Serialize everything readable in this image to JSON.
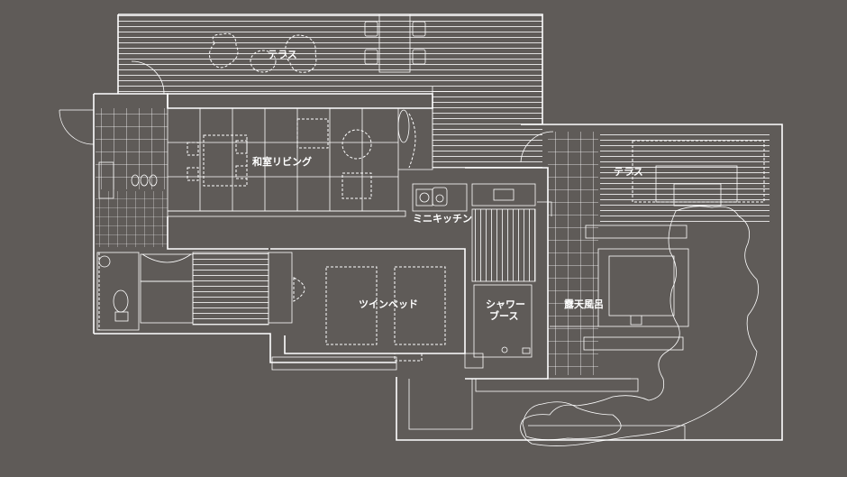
{
  "labels": {
    "terrace_top": "テラス",
    "washitsu_living": "和室リビング",
    "mini_kitchen": "ミニキッチン",
    "twin_bed": "ツインベッド",
    "shower_booth_1": "シャワー",
    "shower_booth_2": "ブース",
    "terrace_right": "テラス",
    "open_air_bath": "露天風呂"
  },
  "colors": {
    "background": "#5f5b58",
    "line": "#ffffff"
  }
}
